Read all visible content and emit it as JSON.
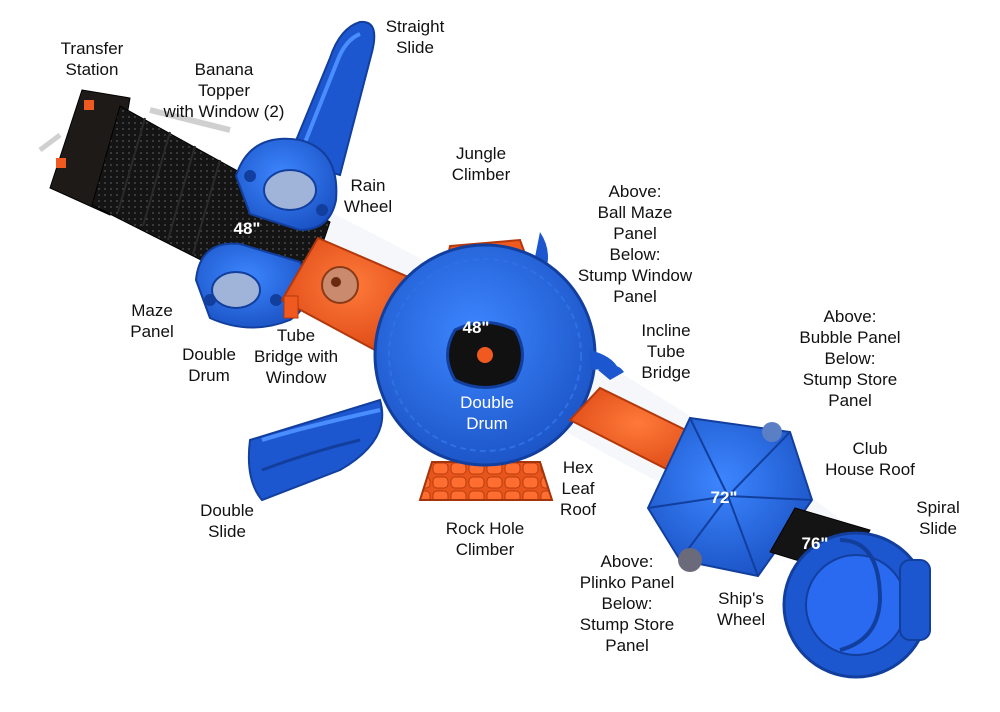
{
  "labels": {
    "transfer_station": [
      "Transfer",
      "Station"
    ],
    "banana_topper": [
      "Banana",
      "Topper",
      "with Window (2)"
    ],
    "straight_slide": [
      "Straight",
      "Slide"
    ],
    "rain_wheel": [
      "Rain",
      "Wheel"
    ],
    "jungle_climber": [
      "Jungle",
      "Climber"
    ],
    "ball_maze": [
      "Above:",
      "Ball Maze",
      "Panel",
      "Below:",
      "Stump Window",
      "Panel"
    ],
    "maze_panel": [
      "Maze",
      "Panel"
    ],
    "double_drum_left": [
      "Double",
      "Drum"
    ],
    "tube_bridge": [
      "Tube",
      "Bridge with",
      "Window"
    ],
    "incline_tube": [
      "Incline",
      "Tube",
      "Bridge"
    ],
    "bubble_panel": [
      "Above:",
      "Bubble Panel",
      "Below:",
      "Stump Store",
      "Panel"
    ],
    "club_house": [
      "Club",
      "House Roof"
    ],
    "hex_leaf": [
      "Hex",
      "Leaf",
      "Roof"
    ],
    "double_slide": [
      "Double",
      "Slide"
    ],
    "rock_hole": [
      "Rock Hole",
      "Climber"
    ],
    "plinko": [
      "Above:",
      "Plinko Panel",
      "Below:",
      "Stump Store",
      "Panel"
    ],
    "ships_wheel": [
      "Ship's",
      "Wheel"
    ],
    "spiral_slide": [
      "Spiral",
      "Slide"
    ]
  },
  "heights": {
    "deck_left": "48\"",
    "drum_center": "48\"",
    "clubhouse": "72\"",
    "spiral_deck": "76\""
  },
  "center_drum_text": [
    "Double",
    "Drum"
  ],
  "colors": {
    "blue": "#1f5fd6",
    "blue_dark": "#123f9e",
    "orange": "#f2541b",
    "orange_dark": "#c23d0d",
    "deck": "#1a1a1a"
  }
}
